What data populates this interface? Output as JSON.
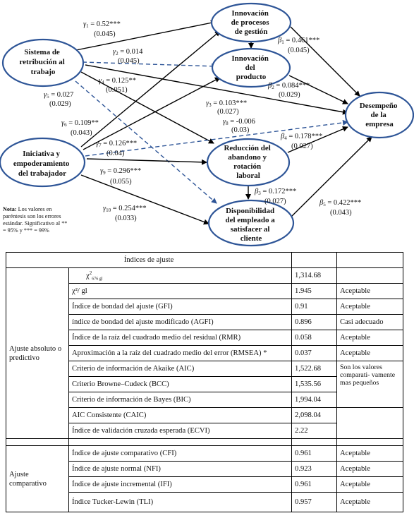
{
  "diagram": {
    "nodes": {
      "srt": [
        "Sistema de",
        "retribución al",
        "trabajo"
      ],
      "iet": [
        "Iniciativa y",
        "empoderamiento",
        "del trabajador"
      ],
      "ipg": [
        "Innovación",
        "de procesos",
        "de gestión"
      ],
      "ip": [
        "Innovación",
        "del",
        "producto"
      ],
      "rar": [
        "Reducción del",
        "abandono y",
        "rotación",
        "laboral"
      ],
      "dec": [
        "Disponibilidad",
        "del empleado a",
        "satisfacer al",
        "cliente"
      ],
      "de": [
        "Desempeño",
        "de la",
        "empresa"
      ]
    },
    "coefficients": {
      "g1": {
        "sym": "γ",
        "sub": "1",
        "val": " = 0.52***",
        "se": "(0.045)"
      },
      "g2": {
        "sym": "γ",
        "sub": "2",
        "val": " = 0.014",
        "se": "(0.045)"
      },
      "g3": {
        "sym": "γ",
        "sub": "3",
        "val": " = 0.103***",
        "se": "(0.027)"
      },
      "g4": {
        "sym": "γ",
        "sub": "4",
        "val": " = 0.125**",
        "se": "(0.051)"
      },
      "g5": {
        "sym": "γ",
        "sub": "5",
        "val": " = 0.027",
        "se": "(0.029)"
      },
      "g6": {
        "sym": "γ",
        "sub": "6",
        "val": " = 0.109**",
        "se": "(0.043)"
      },
      "g7": {
        "sym": "γ",
        "sub": "7",
        "val": " = 0.126***",
        "se": "(0.04)"
      },
      "g8": {
        "sym": "γ",
        "sub": "8",
        "val": " = -0.006",
        "se": "(0.03)"
      },
      "g9": {
        "sym": "γ",
        "sub": "9",
        "val": " = 0.296***",
        "se": "(0.055)"
      },
      "g10": {
        "sym": "γ",
        "sub": "10",
        "val": " = 0.254***",
        "se": "(0.033)"
      },
      "b1": {
        "sym": "β",
        "sub": "1",
        "val": " = 0.461***",
        "se": "(0.045)"
      },
      "b2": {
        "sym": "β",
        "sub": "2",
        "val": " = 0.084***",
        "se": "(0.029)"
      },
      "b3": {
        "sym": "β",
        "sub": "3",
        "val": " = 0.172***",
        "se": "(0.027)"
      },
      "b4": {
        "sym": "β",
        "sub": "4",
        "val": " = 0.178***",
        "se": "(0.027)"
      },
      "b5": {
        "sym": "β",
        "sub": "5",
        "val": " = 0.422***",
        "se": "(0.043)"
      }
    },
    "note": {
      "label": "Nota:",
      "text": " Los valores en paréntesis son los errores estándar. Significativo al  ** = 95% y *** = 99%"
    },
    "colors": {
      "node_stroke": "#2e5597",
      "arrow": "#000000",
      "dashed": "#2e5597"
    }
  },
  "table": {
    "header": "Índices de ajuste",
    "groups": {
      "abs": "Ajuste absoluto o predictivo",
      "comp": "Ajuste comparativo"
    },
    "rows": [
      {
        "label": "",
        "value": "1,314.68",
        "eval": ""
      },
      {
        "label": "χ²/ gl",
        "value": "1.945",
        "eval": "Aceptable"
      },
      {
        "label": "Índice de bondad del ajuste (GFI)",
        "value": "0.91",
        "eval": "Aceptable"
      },
      {
        "label": "índice de bondad del ajuste modificado (AGFI)",
        "value": "0.896",
        "eval": "Casi adecuado"
      },
      {
        "label": "Índice de la raíz del cuadrado medio del residual (RMR)",
        "value": "0.058",
        "eval": "Aceptable"
      },
      {
        "label": "Aproximación a la raíz del cuadrado medio del error (RMSEA) *",
        "value": "0.037",
        "eval": "Aceptable"
      },
      {
        "label": "Criterio de información de Akaike (AIC)",
        "value": "1,522.68",
        "eval": ""
      },
      {
        "label": "Criterio Browne–Cudeck (BCC)",
        "value": "1,535.56",
        "eval": ""
      },
      {
        "label": "Criterio de información de Bayes (BIC)",
        "value": "1,994.04",
        "eval": ""
      },
      {
        "label": "AIC Consistente (CAIC)",
        "value": "2,098.04",
        "eval": ""
      },
      {
        "label": "Índice de validación cruzada esperada (ECVI)",
        "value": "2.22",
        "eval": ""
      },
      {
        "label": "",
        "value": "",
        "eval": ""
      },
      {
        "label": "Índice de ajuste comparativo (CFI)",
        "value": "0.961",
        "eval": "Aceptable"
      },
      {
        "label": "Índice de ajuste normal (NFI)",
        "value": "0.923",
        "eval": "Aceptable"
      },
      {
        "label": "Índice de ajuste incremental (IFI)",
        "value": "0.961",
        "eval": "Aceptable"
      },
      {
        "label": "Índice Tucker-Lewin (TLI)",
        "value": "0.957",
        "eval": "Aceptable"
      }
    ],
    "chi_sq": {
      "sym": "χ",
      "sup": "2",
      "sub": "676 gl"
    },
    "aic_group_eval": "Son los valores comparati- vamente mas pequeños"
  }
}
